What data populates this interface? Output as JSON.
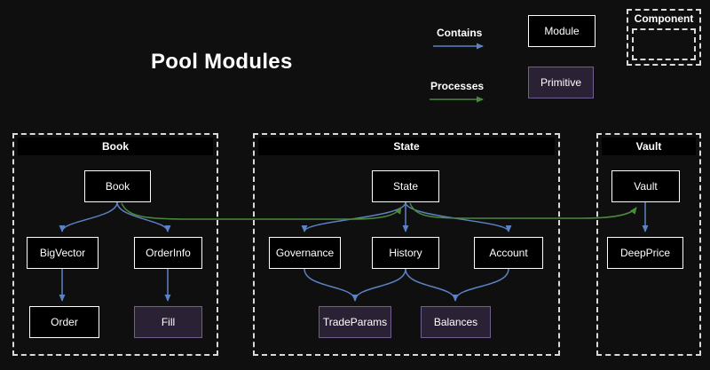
{
  "header": {
    "title": "Pool Modules"
  },
  "legend": {
    "contains_label": "Contains",
    "processes_label": "Processes",
    "module_label": "Module",
    "primitive_label": "Primitive",
    "component_label": "Component"
  },
  "colors": {
    "contains_arrow": "#5b82c4",
    "processes_arrow": "#4a8a3c",
    "module_bg": "#000000",
    "module_border": "#ffffff",
    "primitive_bg": "#2b2135",
    "primitive_border": "#6f6090",
    "component_border": "#d9d9d9",
    "background": "#0f0f0f"
  },
  "containers": {
    "book": {
      "title": "Book"
    },
    "state": {
      "title": "State"
    },
    "vault": {
      "title": "Vault"
    }
  },
  "nodes": {
    "book": {
      "label": "Book",
      "type": "module"
    },
    "bigvector": {
      "label": "BigVector",
      "type": "module"
    },
    "orderinfo": {
      "label": "OrderInfo",
      "type": "module"
    },
    "order": {
      "label": "Order",
      "type": "module"
    },
    "fill": {
      "label": "Fill",
      "type": "primitive"
    },
    "state": {
      "label": "State",
      "type": "module"
    },
    "governance": {
      "label": "Governance",
      "type": "module"
    },
    "history": {
      "label": "History",
      "type": "module"
    },
    "account": {
      "label": "Account",
      "type": "module"
    },
    "tradeparams": {
      "label": "TradeParams",
      "type": "primitive"
    },
    "balances": {
      "label": "Balances",
      "type": "primitive"
    },
    "vault": {
      "label": "Vault",
      "type": "module"
    },
    "deepprice": {
      "label": "DeepPrice",
      "type": "module"
    }
  },
  "edges": {
    "contains": [
      {
        "from": "Book",
        "to": "BigVector"
      },
      {
        "from": "Book",
        "to": "OrderInfo"
      },
      {
        "from": "BigVector",
        "to": "Order"
      },
      {
        "from": "OrderInfo",
        "to": "Fill"
      },
      {
        "from": "State",
        "to": "Governance"
      },
      {
        "from": "State",
        "to": "History"
      },
      {
        "from": "State",
        "to": "Account"
      },
      {
        "from": "Governance",
        "to": "TradeParams"
      },
      {
        "from": "History",
        "to": "TradeParams"
      },
      {
        "from": "History",
        "to": "Balances"
      },
      {
        "from": "Account",
        "to": "Balances"
      },
      {
        "from": "Vault",
        "to": "DeepPrice"
      }
    ],
    "processes": [
      {
        "from": "Book",
        "to": "State"
      },
      {
        "from": "State",
        "to": "Vault"
      }
    ]
  }
}
